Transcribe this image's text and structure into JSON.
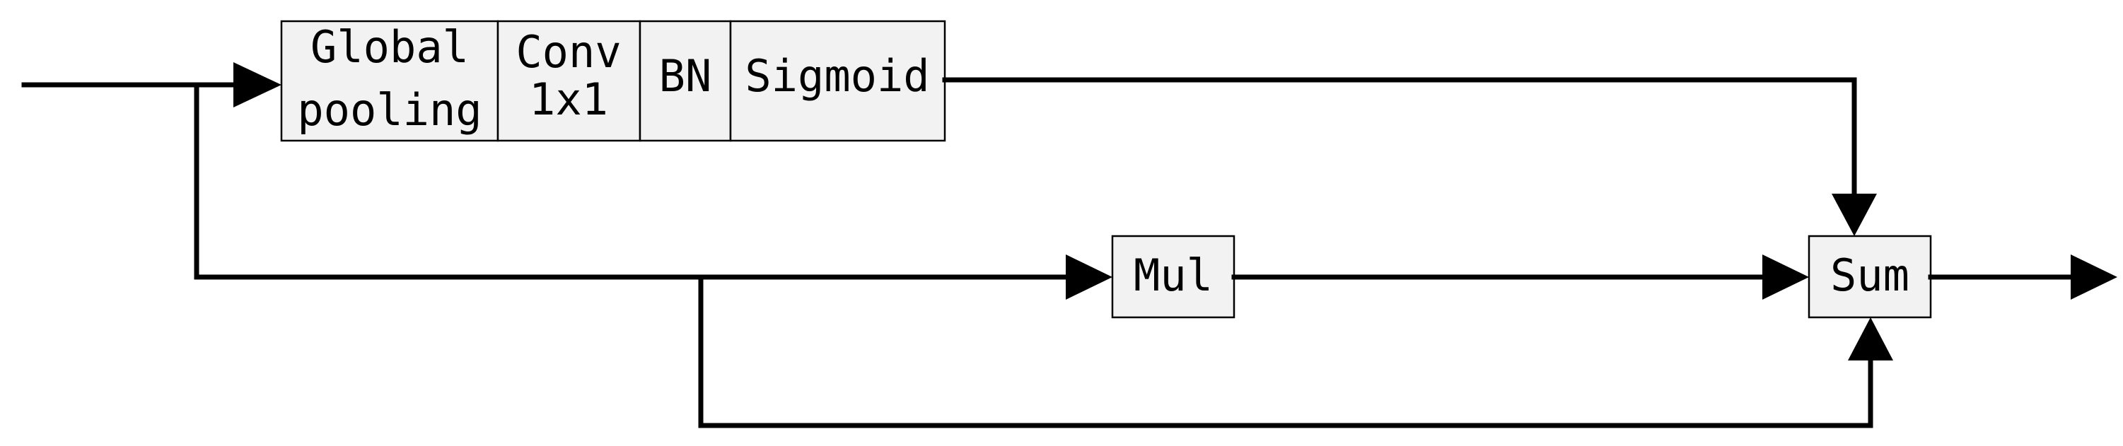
{
  "blocks": {
    "global_pooling": {
      "line1": "Global",
      "line2": "pooling"
    },
    "conv": {
      "line1": "Conv",
      "line2": "1x1"
    },
    "bn": {
      "label": "BN"
    },
    "sigmoid": {
      "label": "Sigmoid"
    },
    "mul": {
      "label": "Mul"
    },
    "sum": {
      "label": "Sum"
    }
  },
  "colors": {
    "box_fill": "#f2f2f2",
    "line": "#000000"
  }
}
